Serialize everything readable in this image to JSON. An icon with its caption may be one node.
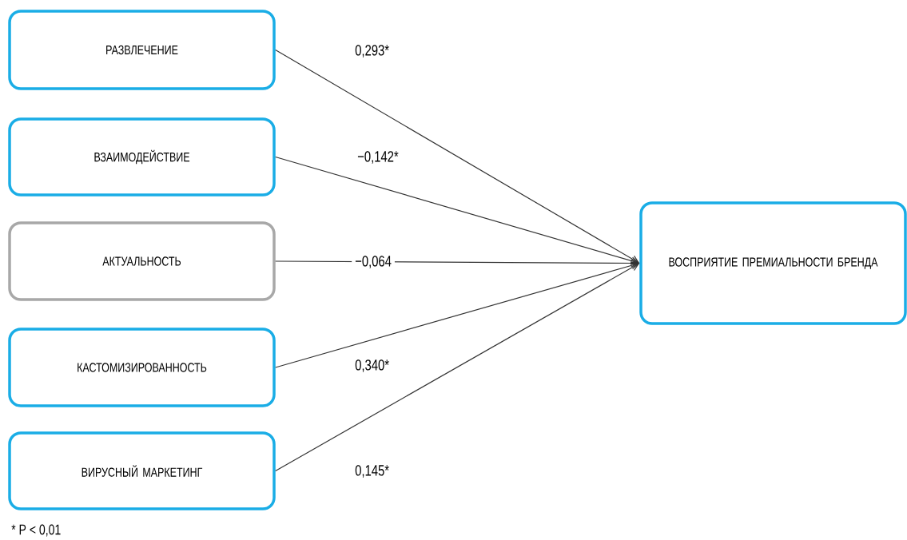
{
  "diagram": {
    "nodes": [
      {
        "text": [
          "РАЗВЛЕЧЕНИЕ"
        ]
      },
      {
        "text": [
          "ВЗАИМОДЕЙСТВИЕ"
        ]
      },
      {
        "text": [
          "АКТУАЛЬНОСТЬ"
        ]
      },
      {
        "text": [
          "КАСТОМИЗИРОВАННОСТЬ"
        ]
      },
      {
        "text": [
          "ВИРУСНЫЙ МАРКЕТИНГ"
        ]
      },
      {
        "text": [
          "ВОСПРИЯТИЕ ПРЕМИАЛЬНОСТИ БРЕНДА"
        ]
      }
    ],
    "edges": [
      {
        "from": 0,
        "to": 5,
        "arrow": "to",
        "label": "0,293*"
      },
      {
        "from": 1,
        "to": 5,
        "arrow": "to",
        "label": "−0,142*"
      },
      {
        "from": 2,
        "to": 5,
        "arrow": "to",
        "label": "−0,064"
      },
      {
        "from": 3,
        "to": 5,
        "arrow": "to",
        "label": "0,340*"
      },
      {
        "from": 4,
        "to": 5,
        "arrow": "to",
        "label": "0,145*"
      }
    ],
    "labels": [
      "* P < 0,01"
    ]
  }
}
